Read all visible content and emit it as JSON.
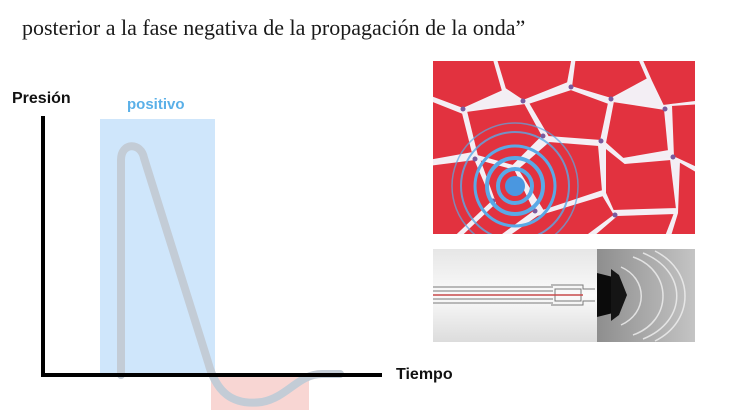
{
  "slide": {
    "headline_line1": "posterior a la fase negativa de la propagación de la onda”",
    "headline_line0": "…"
  },
  "diagram": {
    "y_axis_label": "Presión",
    "x_axis_label": "Tiempo",
    "positive_region_label": "positivo",
    "colors": {
      "positive_region": "#cfe6fb",
      "negative_region": "#f8d6d3",
      "wave_curve": "#c3ccd6",
      "axes": "#000000",
      "positive_label": "#5ab0e8"
    }
  },
  "images": {
    "tissue": {
      "subject": "histology-muscle-tissue",
      "overlay": "concentric-wave-rings",
      "ring_color": "#5aa9e6"
    },
    "device": {
      "subject": "shockwave-applicator-schlieren"
    }
  }
}
